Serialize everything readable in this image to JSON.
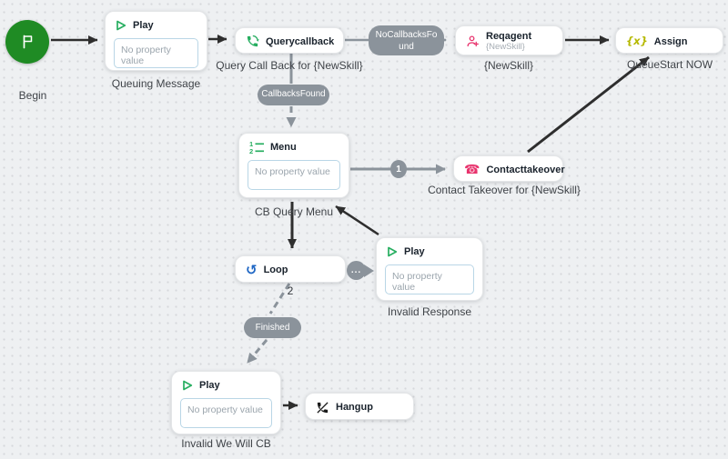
{
  "canvas": {
    "background": "#eef0f2",
    "dot_color": "#d6d8db"
  },
  "colors": {
    "edge_black": "#2e2e2e",
    "edge_gray": "#8b939b",
    "begin_green": "#1f8b24",
    "play_green": "#27ae60",
    "agent_pink": "#e8336d",
    "assign_olive": "#b5b800",
    "loop_blue": "#1e66c4",
    "hangup_black": "#1a1a1a",
    "prop_box_border": "#b9d6e6"
  },
  "nodes": {
    "begin": {
      "label": "Begin"
    },
    "queuing_play": {
      "title": "Play",
      "placeholder": "No property value",
      "label": "Queuing Message"
    },
    "querycallback": {
      "title": "Querycallback",
      "label": "Query Call Back for {NewSkill}"
    },
    "reqagent": {
      "title": "Reqagent",
      "subtitle": "{NewSkill}",
      "label": "{NewSkill}"
    },
    "assign": {
      "title": "Assign",
      "icon_text": "{x}",
      "label": "QueueStart NOW"
    },
    "menu": {
      "title": "Menu",
      "placeholder": "No property value",
      "label": "CB Query Menu"
    },
    "contacttakeover": {
      "title": "Contacttakeover",
      "label": "Contact Takeover for {NewSkill}"
    },
    "loop": {
      "title": "Loop"
    },
    "invalid_response_play": {
      "title": "Play",
      "placeholder": "No property value",
      "label": "Invalid Response"
    },
    "invalid_cb_play": {
      "title": "Play",
      "placeholder": "No property value",
      "label": "Invalid We Will CB"
    },
    "hangup": {
      "title": "Hangup"
    }
  },
  "edge_labels": {
    "no_callbacks_found": "NoCallbacksFound",
    "callbacks_found": "CallbacksFound",
    "finished": "Finished",
    "menu_option_1": "1",
    "loop_count": "2",
    "ellipsis": "..."
  }
}
